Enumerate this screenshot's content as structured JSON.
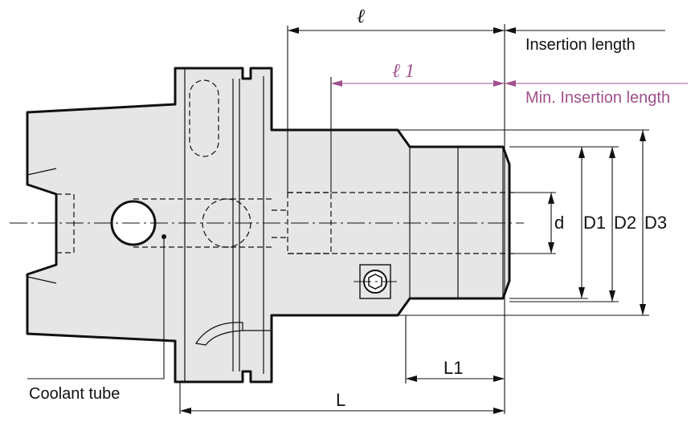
{
  "labels": {
    "l": "ℓ",
    "l1": "ℓ 1",
    "insertion_length": "Insertion length",
    "min_insertion_length": "Min. Insertion length",
    "d": "d",
    "D1": "D1",
    "D2": "D2",
    "D3": "D3",
    "L1": "L1",
    "L": "L",
    "coolant_tube": "Coolant tube"
  },
  "colors": {
    "body_fill": "#e6e6e6",
    "outline": "#111111",
    "accent_magenta": "#a0508c"
  }
}
